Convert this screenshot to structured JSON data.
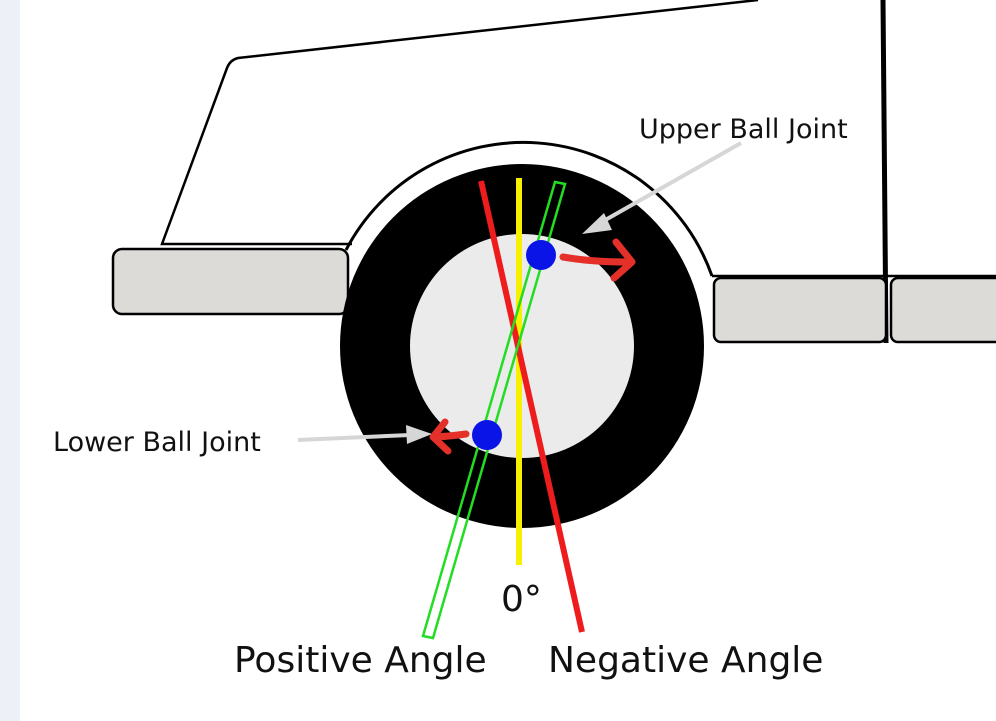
{
  "labels": {
    "upper_ball_joint": "Upper Ball Joint",
    "lower_ball_joint": "Lower Ball Joint",
    "zero": "0°",
    "positive_angle": "Positive Angle",
    "negative_angle": "Negative Angle"
  },
  "colors": {
    "background": "#ffffff",
    "side_strip": "#eef0f8",
    "outline": "#000000",
    "tire": "#000000",
    "rim": "#ebebeb",
    "bumper": "#dcdbd8",
    "zero_line": "#f7f000",
    "negative_line": "#ee1c1c",
    "positive_line": "#22dd22",
    "ball_joint": "#0a14e6",
    "motion_arrow": "#e5302a",
    "pointer_arrow": "#d6d6d6"
  }
}
